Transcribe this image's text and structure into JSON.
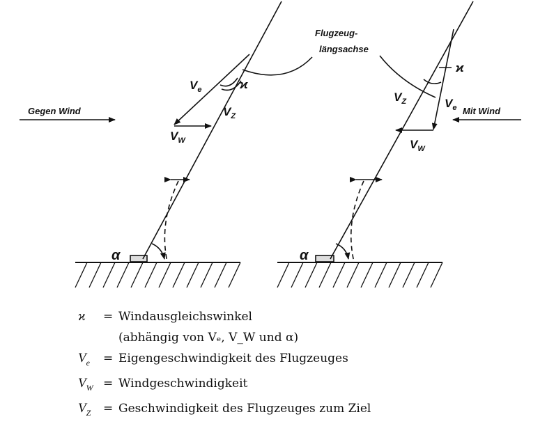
{
  "labels": {
    "axis_title_line1": "Flugzeug-",
    "axis_title_line2": "längsachse",
    "left_wind": "Gegen Wind",
    "right_wind": "Mit Wind",
    "ve": "V",
    "ve_sub": "e",
    "vw": "V",
    "vw_sub": "W",
    "vz": "V",
    "vz_sub": "Z",
    "kappa": "ϰ",
    "alpha": "α"
  },
  "legend": {
    "kappa_sym": "ϰ",
    "kappa_eq": "=",
    "kappa_def": "Windausgleichswinkel",
    "kappa_note": "(abhängig von Vₑ, V_W und α)",
    "ve_sym": "V",
    "ve_sub": "e",
    "ve_eq": "=",
    "ve_def": "Eigengeschwindigkeit des Flugzeuges",
    "vw_sym": "V",
    "vw_sub": "W",
    "vw_eq": "=",
    "vw_def": "Windgeschwindigkeit",
    "vz_sym": "V",
    "vz_sub": "Z",
    "vz_eq": "=",
    "vz_def": "Geschwindigkeit des Flugzeuges zum Ziel"
  }
}
